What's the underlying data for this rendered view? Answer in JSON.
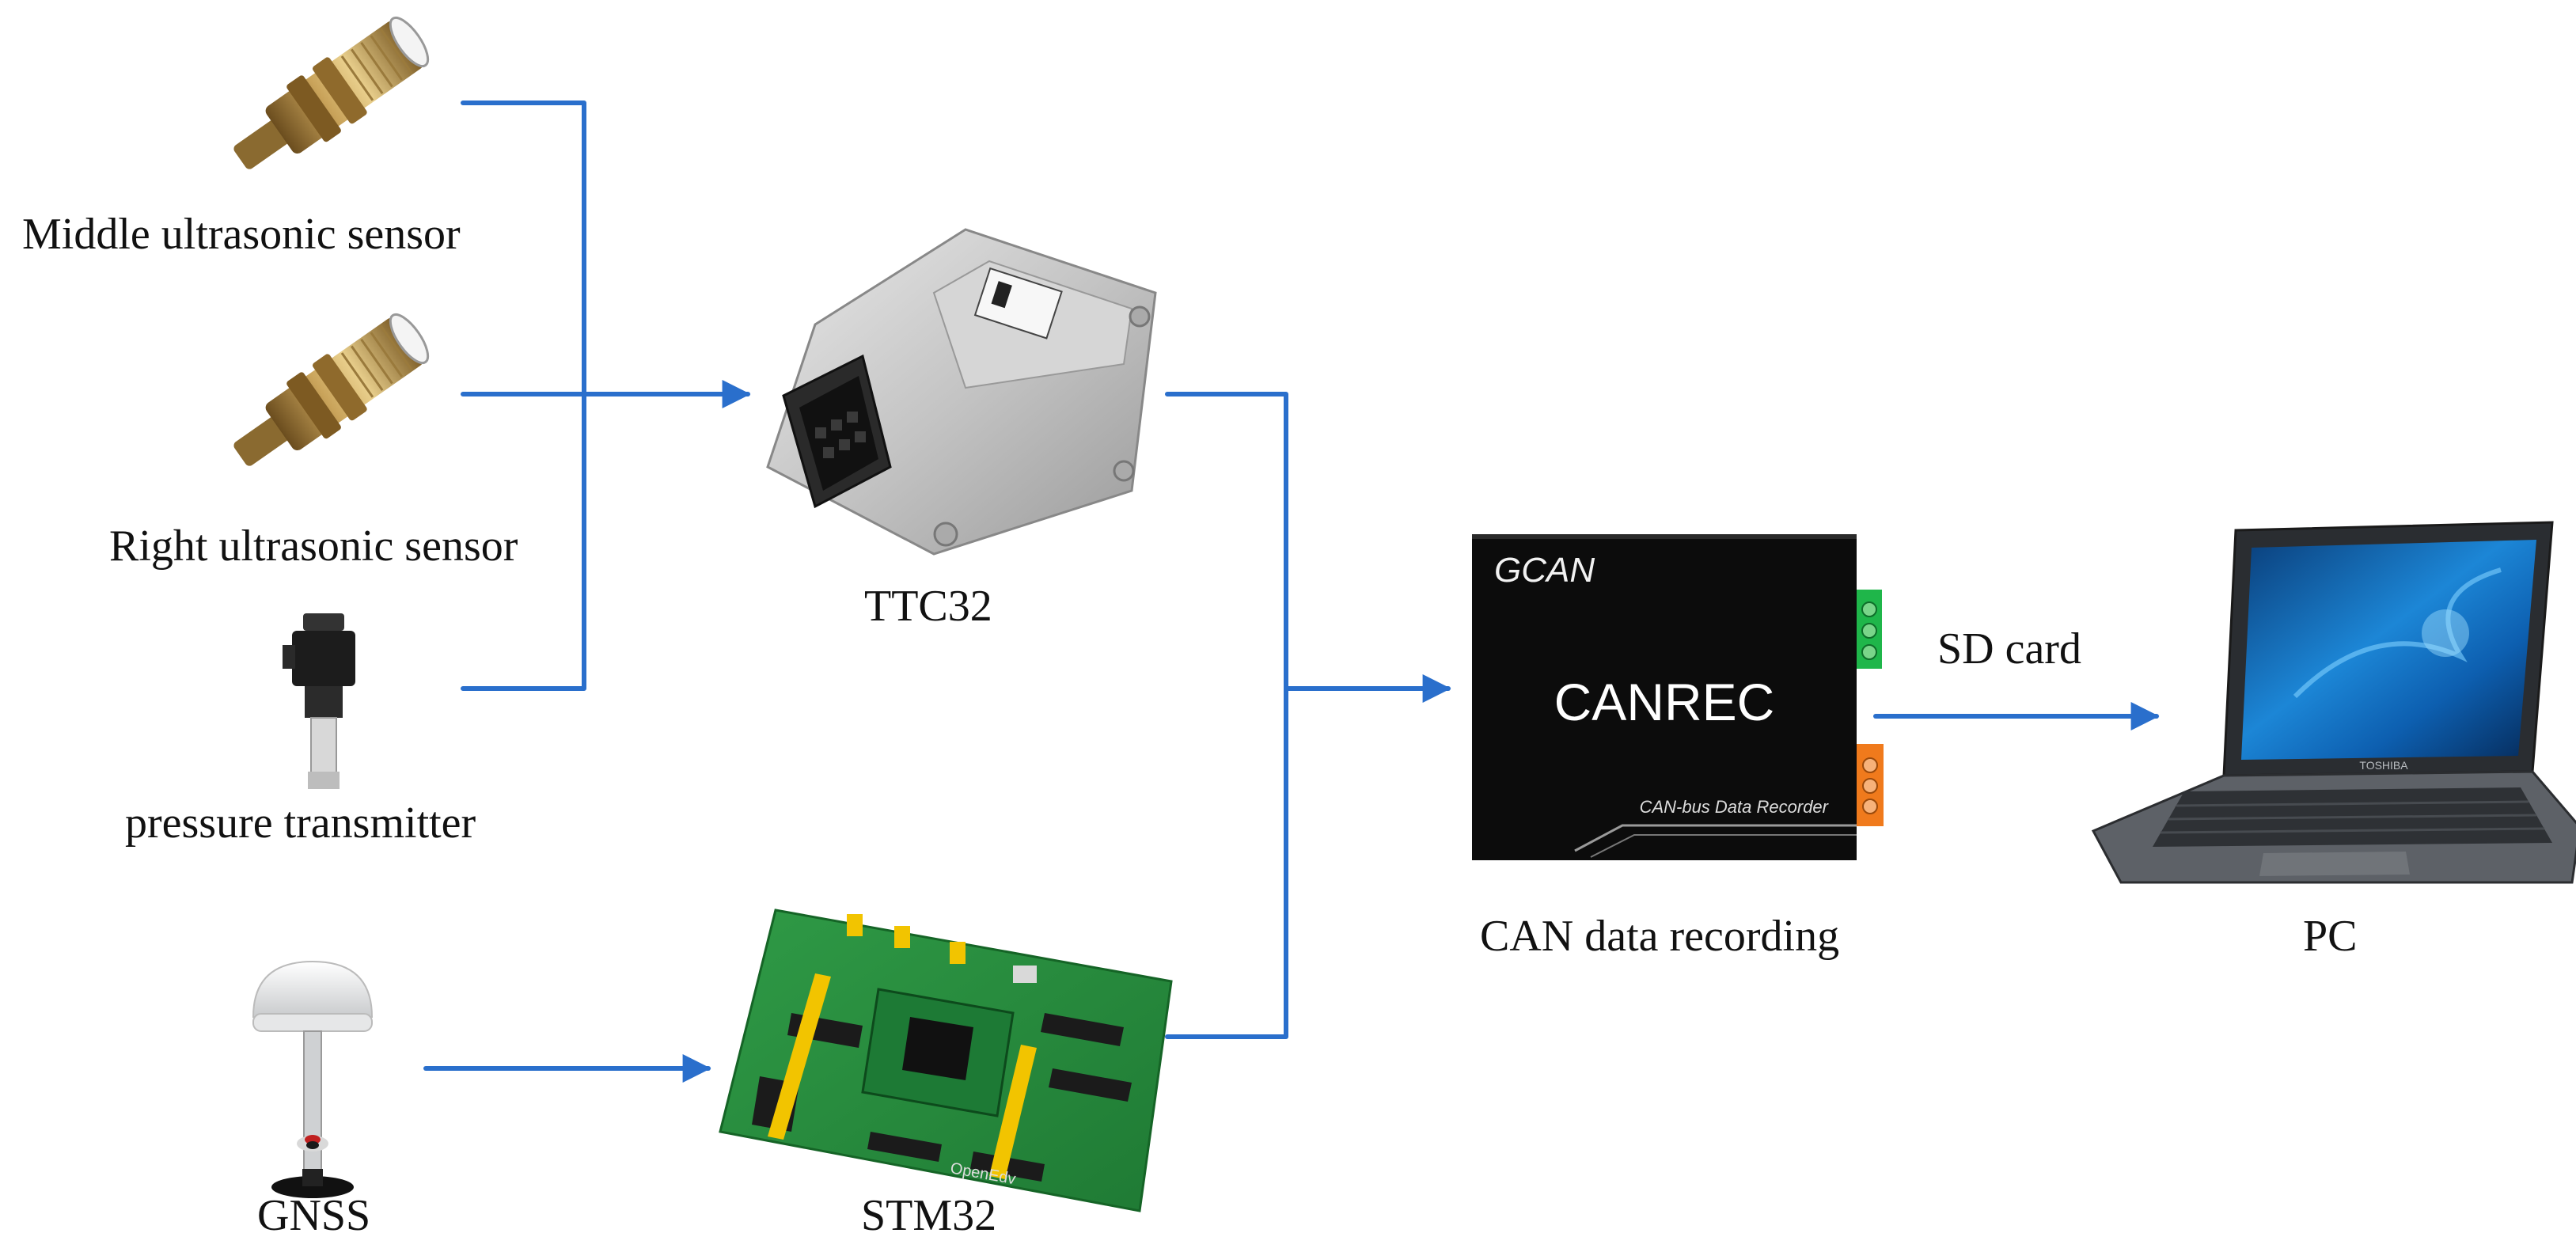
{
  "nodes": {
    "middle_sensor": {
      "label": "Middle ultrasonic sensor"
    },
    "right_sensor": {
      "label": "Right ultrasonic sensor"
    },
    "pressure": {
      "label": "pressure transmitter"
    },
    "gnss": {
      "label": "GNSS"
    },
    "ttc32": {
      "label": "TTC32"
    },
    "stm32": {
      "label": "STM32",
      "board_text": "OpenEdv"
    },
    "recorder": {
      "label": "CAN data recording",
      "brand": "GCAN",
      "model": "CANREC",
      "subtitle": "CAN-bus Data Recorder"
    },
    "pc": {
      "label": "PC",
      "brand": "TOSHIBA"
    }
  },
  "edges": {
    "sd_card": "SD card"
  },
  "colors": {
    "arrow": "#2a6fcc"
  }
}
